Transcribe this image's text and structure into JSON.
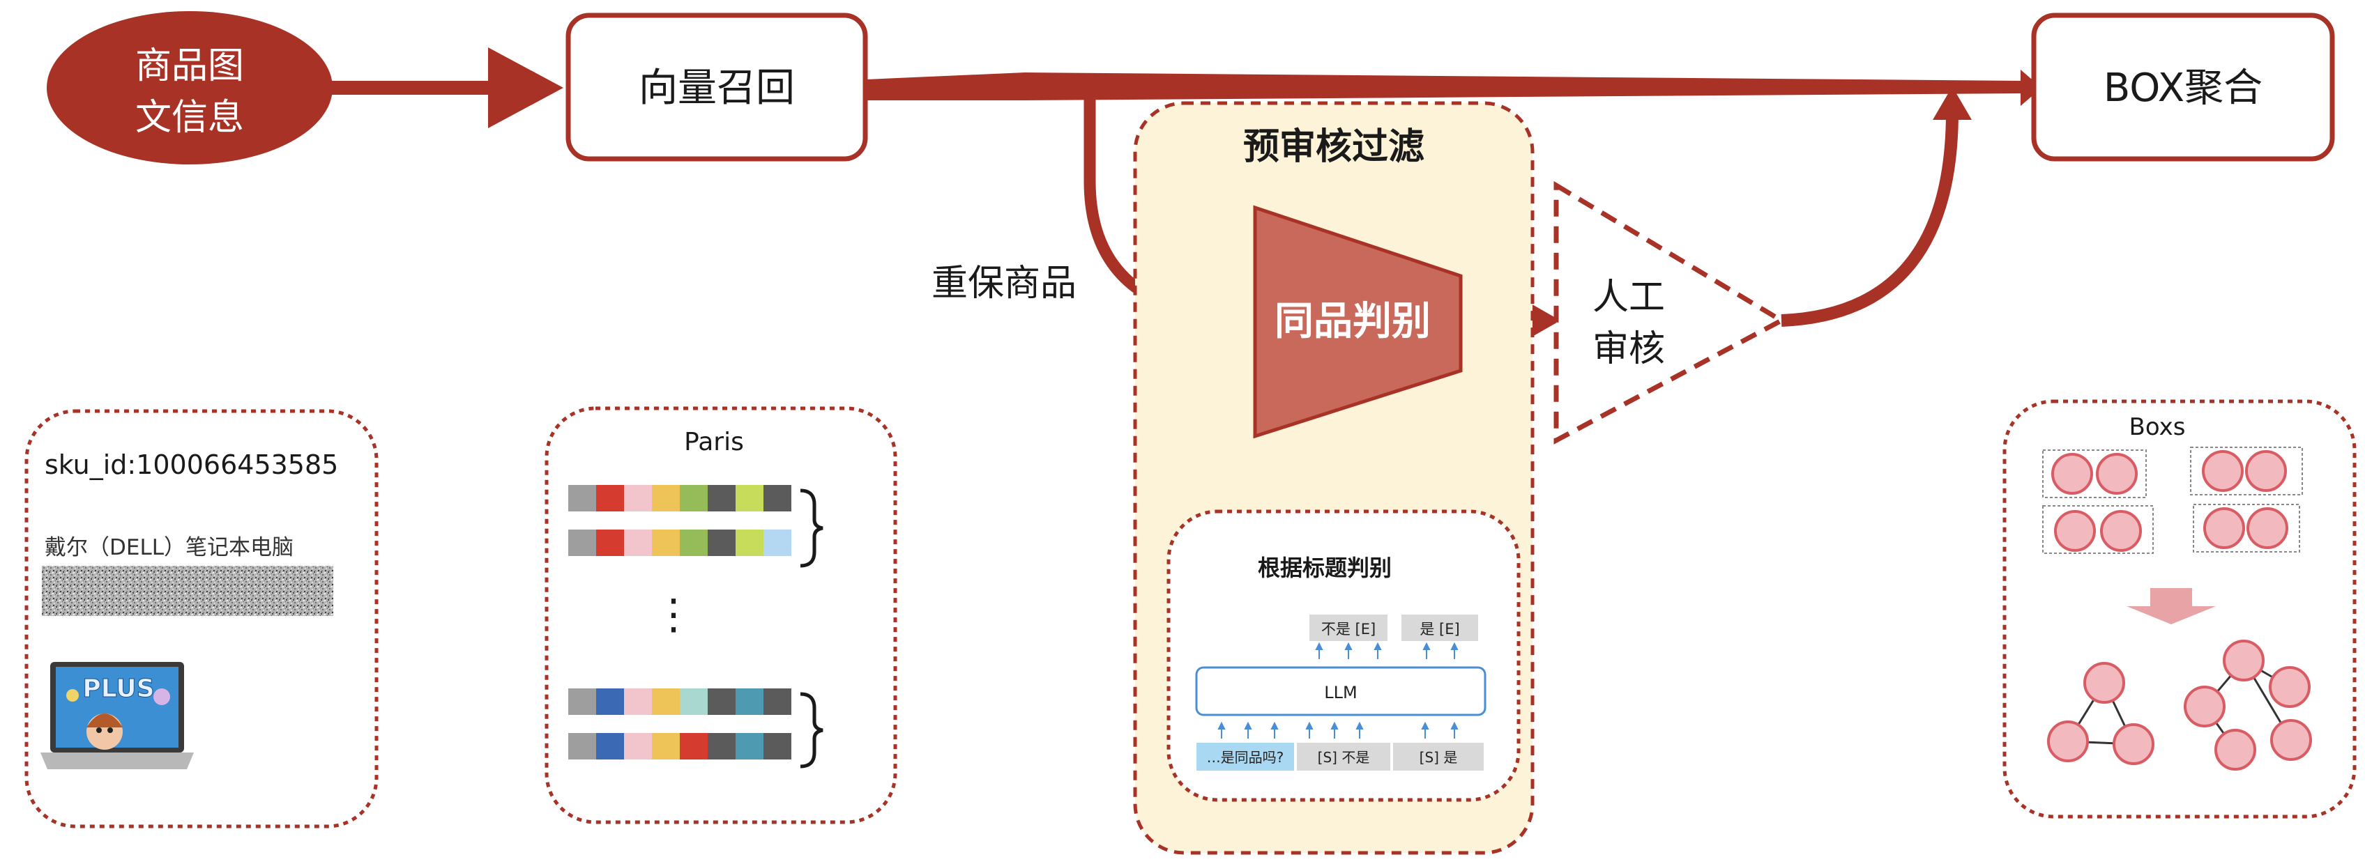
{
  "colors": {
    "primary_red": "#A83226",
    "trapezoid_fill": "#C8695C",
    "yellow_panel": "#FCF3D8",
    "pink_circle": "#F2B9BF",
    "pink_circle_stroke": "#D95C64",
    "arrow_pink": "#E8A3A6",
    "llm_blue": "#4A8ED6",
    "token_blue": "#A9D8F3",
    "token_gray": "#D9D9D9"
  },
  "nodes": {
    "source": [
      "商品图",
      "文信息"
    ],
    "recall": "向量召回",
    "box_merge": "BOX聚合",
    "prereview_title": "预审核过滤",
    "same_product": "同品判别",
    "manual_review": [
      "人工",
      "审核"
    ],
    "key_products": "重保商品"
  },
  "product_card": {
    "sku": "sku_id:100066453585",
    "title": "戴尔（DELL）笔记本电脑",
    "laptop_text": "PLUS"
  },
  "pairs_card": {
    "title": "Paris",
    "ellipsis": "⋮",
    "rows": [
      [
        "#9E9E9E",
        "#D63B2F",
        "#F2C4CC",
        "#EEC459",
        "#96BC59",
        "#5B5B5B",
        "#C8DC5B",
        "#5B5B5B"
      ],
      [
        "#9E9E9E",
        "#D63B2F",
        "#F2C4CC",
        "#EEC459",
        "#96BC59",
        "#5B5B5B",
        "#C8DC5B",
        "#B4D8F2"
      ],
      [
        "#9E9E9E",
        "#3C69B4",
        "#F2C4CC",
        "#EEC459",
        "#A8D8D0",
        "#5B5B5B",
        "#4E9AB0",
        "#5B5B5B"
      ],
      [
        "#9E9E9E",
        "#3C69B4",
        "#F2C4CC",
        "#EEC459",
        "#D63B2F",
        "#5B5B5B",
        "#4E9AB0",
        "#5B5B5B"
      ]
    ]
  },
  "llm_card": {
    "title": "根据标题判别",
    "output_no": "不是 [E]",
    "output_yes": "是 [E]",
    "llm_label": "LLM",
    "input_question": "…是同品吗?",
    "input_no": "[S] 不是",
    "input_yes": "[S] 是"
  },
  "boxs_card": {
    "title": "Boxs"
  }
}
